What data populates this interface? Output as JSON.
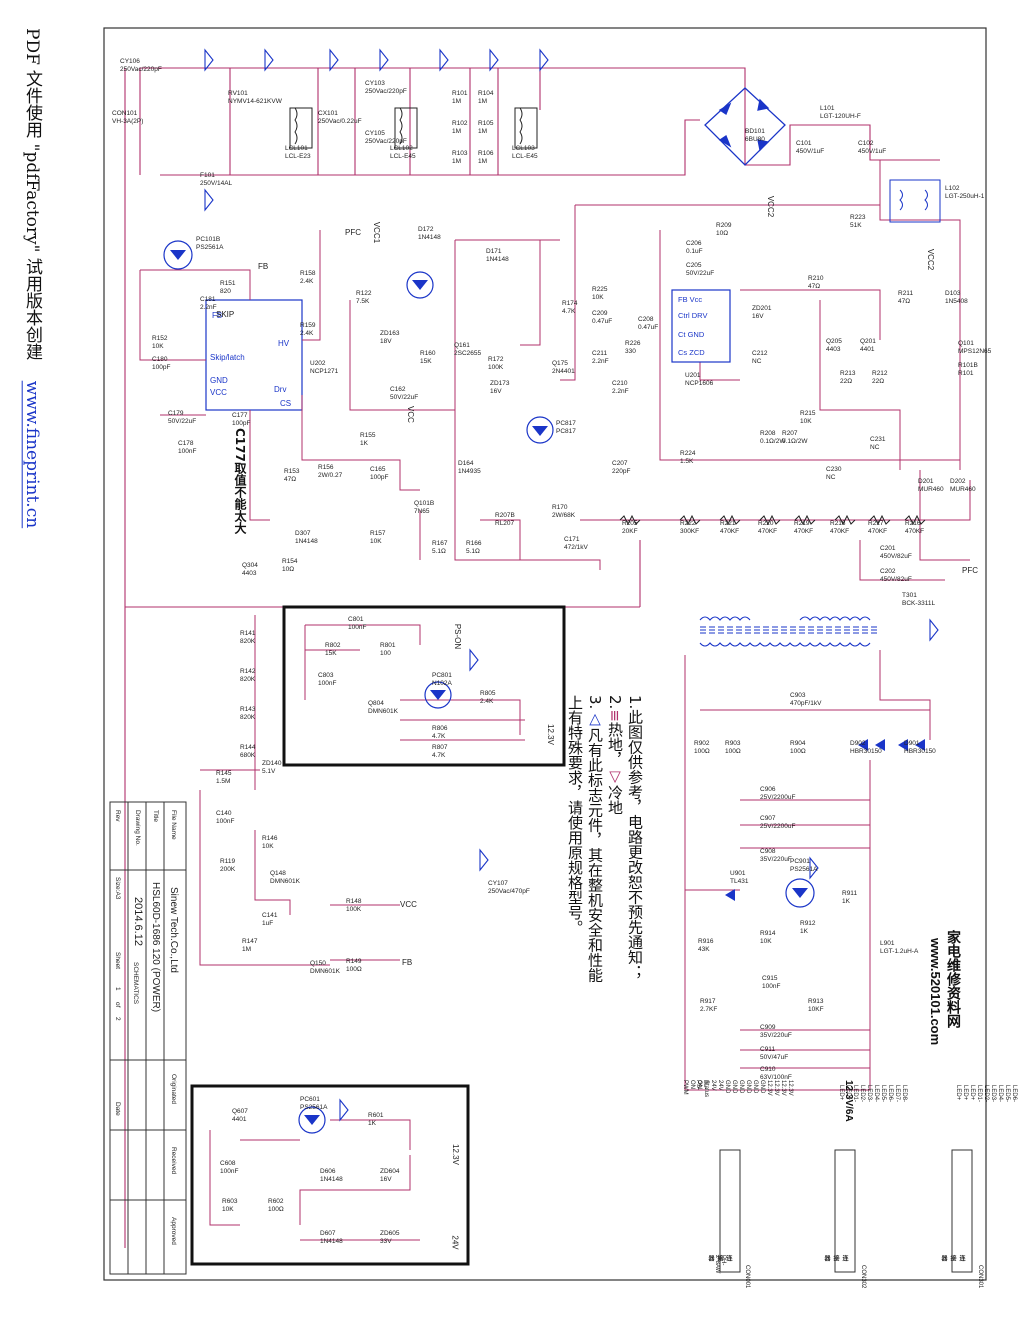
{
  "watermark": {
    "text": "PDF 文件使用 \"pdfFactory\" 试用版本创建",
    "link": "www.fineprint.cn"
  },
  "notes": [
    "1.此图仅供参考，电路更改恕不预先通知；",
    "2.",
    "热地，",
    "冷地",
    "3.",
    "凡有此标志元件，其在整机安全和性能",
    "上有特殊要求，请使用原规格型号。"
  ],
  "title_block": {
    "company": "Sinew Tech.Co.,Ltd",
    "file_name_label": "File Name",
    "file_name": "HSL60D-1686 120 (POWER)",
    "title_label": "Title",
    "title": "SCHEMATICS",
    "drawing_no_label": "Drawing No.",
    "drawing_no": "2014.6.12",
    "size_label": "Size:A3",
    "sheet_label": "Sheet",
    "sheet": "1",
    "of_label": "of",
    "sheet_total": "2",
    "rev_label": "Rev",
    "date_label": "Date",
    "originated_label": "Originated",
    "received_label": "Received",
    "approved_label": "Approved"
  },
  "stamp": {
    "name": "家电维修资料网",
    "url": "www.520101.com"
  },
  "output_label": "12.3V/6A",
  "labels": {
    "PFC": "PFC",
    "VCC": "VCC",
    "VCC1": "VCC1",
    "VCC2": "VCC2",
    "FB": "FB",
    "SKIP": "SKIP",
    "PSON": "PS-ON",
    "V12": "12.3V",
    "V24": "24V",
    "C177": "C177取值不能太大"
  },
  "components": [
    {
      "name": "F101",
      "value": "250V/14AL"
    },
    {
      "name": "CY106",
      "value": "250Vac/220pF"
    },
    {
      "name": "CON101",
      "value": "VH-3A(2P)"
    },
    {
      "name": "RV101",
      "value": "NYMV14-621KVW"
    },
    {
      "name": "LCL101",
      "value": "LCL-E23"
    },
    {
      "name": "CX101",
      "value": "250Vac/0.22uF"
    },
    {
      "name": "CY103",
      "value": "250Vac/220pF"
    },
    {
      "name": "CY105",
      "value": "250Vac/220pF"
    },
    {
      "name": "LCL102",
      "value": "LCL-E45"
    },
    {
      "name": "R101",
      "value": "1M"
    },
    {
      "name": "R102",
      "value": "1M"
    },
    {
      "name": "R103",
      "value": "1M"
    },
    {
      "name": "R104",
      "value": "1M"
    },
    {
      "name": "R105",
      "value": "1M"
    },
    {
      "name": "R106",
      "value": "1M"
    },
    {
      "name": "LCL103",
      "value": "LCL-E45"
    },
    {
      "name": "BD101",
      "value": "6BU80"
    },
    {
      "name": "L101",
      "value": "LGT-120UH-F"
    },
    {
      "name": "C101",
      "value": "450V/1uF"
    },
    {
      "name": "C102",
      "value": "450V/1uF"
    },
    {
      "name": "L102",
      "value": "LGT-250uH-1"
    },
    {
      "name": "D103",
      "value": "1N5408"
    },
    {
      "name": "Q101",
      "value": "MPS12N65"
    },
    {
      "name": "R101B",
      "value": "R101"
    },
    {
      "name": "U201",
      "value": "NCP1606"
    },
    {
      "name": "C206",
      "value": "0.1uF"
    },
    {
      "name": "C205",
      "value": "50V/22uF"
    },
    {
      "name": "R209",
      "value": "10Ω"
    },
    {
      "name": "R225",
      "value": "10K"
    },
    {
      "name": "C209",
      "value": "0.47uF"
    },
    {
      "name": "C208",
      "value": "0.47uF"
    },
    {
      "name": "ZD201",
      "value": "16V"
    },
    {
      "name": "C211",
      "value": "2.2nF"
    },
    {
      "name": "R226",
      "value": "330"
    },
    {
      "name": "C210",
      "value": "2.2nF"
    },
    {
      "name": "C212",
      "value": "NC"
    },
    {
      "name": "R210",
      "value": "47Ω"
    },
    {
      "name": "R211",
      "value": "47Ω"
    },
    {
      "name": "Q205",
      "value": "4403"
    },
    {
      "name": "Q201",
      "value": "4401"
    },
    {
      "name": "R223",
      "value": "51K"
    },
    {
      "name": "R212",
      "value": "22Ω"
    },
    {
      "name": "R213",
      "value": "22Ω"
    },
    {
      "name": "D201",
      "value": "MUR460"
    },
    {
      "name": "D202",
      "value": "MUR460"
    },
    {
      "name": "R207",
      "value": "0.1Ω/2W"
    },
    {
      "name": "R208",
      "value": "0.1Ω/2W"
    },
    {
      "name": "R215",
      "value": "10K"
    },
    {
      "name": "C207",
      "value": "220pF"
    },
    {
      "name": "R224",
      "value": "1.5K"
    },
    {
      "name": "C230",
      "value": "NC"
    },
    {
      "name": "C231",
      "value": "NC"
    },
    {
      "name": "R205",
      "value": "20KF"
    },
    {
      "name": "R222",
      "value": "300KF"
    },
    {
      "name": "R221",
      "value": "470KF"
    },
    {
      "name": "R220",
      "value": "470KF"
    },
    {
      "name": "R219",
      "value": "470KF"
    },
    {
      "name": "R218",
      "value": "470KF"
    },
    {
      "name": "R217",
      "value": "470KF"
    },
    {
      "name": "R216",
      "value": "470KF"
    },
    {
      "name": "C201",
      "value": "450V/82uF"
    },
    {
      "name": "C202",
      "value": "450V/82uF"
    },
    {
      "name": "T301",
      "value": "BCK-3311L"
    },
    {
      "name": "U202",
      "value": "NCP1271"
    },
    {
      "name": "PC101B",
      "value": "PS2561A"
    },
    {
      "name": "R151",
      "value": "820"
    },
    {
      "name": "C181",
      "value": "2.2nF"
    },
    {
      "name": "R152",
      "value": "10K"
    },
    {
      "name": "C180",
      "value": "100pF"
    },
    {
      "name": "C179",
      "value": "50V/22uF"
    },
    {
      "name": "C178",
      "value": "100nF"
    },
    {
      "name": "C177",
      "value": "100pF"
    },
    {
      "name": "D172",
      "value": "1N4148"
    },
    {
      "name": "D171",
      "value": "1N4148"
    },
    {
      "name": "R158",
      "value": "2.4K"
    },
    {
      "name": "R159",
      "value": "2.4K"
    },
    {
      "name": "R122",
      "value": "7.5K"
    },
    {
      "name": "ZD163",
      "value": "18V"
    },
    {
      "name": "Q161",
      "value": "2SC2655"
    },
    {
      "name": "R160",
      "value": "15K"
    },
    {
      "name": "C162",
      "value": "50V/22uF"
    },
    {
      "name": "R174",
      "value": "4.7K"
    },
    {
      "name": "R172",
      "value": "100K"
    },
    {
      "name": "ZD173",
      "value": "16V"
    },
    {
      "name": "Q175",
      "value": "2N4401"
    },
    {
      "name": "PC817",
      "value": "PC817"
    },
    {
      "name": "D164",
      "value": "1N4935"
    },
    {
      "name": "R155",
      "value": "1K"
    },
    {
      "name": "R153",
      "value": "47Ω"
    },
    {
      "name": "R156",
      "value": "2W/0.27"
    },
    {
      "name": "C165",
      "value": "100pF"
    },
    {
      "name": "Q101B",
      "value": "7N65"
    },
    {
      "name": "R157",
      "value": "10K"
    },
    {
      "name": "D307",
      "value": "1N4148"
    },
    {
      "name": "Q304",
      "value": "4403"
    },
    {
      "name": "R154",
      "value": "10Ω"
    },
    {
      "name": "R207B",
      "value": "RL207"
    },
    {
      "name": "R170",
      "value": "2W/68K"
    },
    {
      "name": "C171",
      "value": "472/1kV"
    },
    {
      "name": "R166",
      "value": "5.1Ω"
    },
    {
      "name": "R167",
      "value": "5.1Ω"
    },
    {
      "name": "C801",
      "value": "100nF"
    },
    {
      "name": "R802",
      "value": "15K"
    },
    {
      "name": "R801",
      "value": "100"
    },
    {
      "name": "C803",
      "value": "100nF"
    },
    {
      "name": "Q804",
      "value": "DMN601K"
    },
    {
      "name": "PC801",
      "value": "N102A"
    },
    {
      "name": "R805",
      "value": "2.4K"
    },
    {
      "name": "R806",
      "value": "4.7K"
    },
    {
      "name": "R807",
      "value": "4.7K"
    },
    {
      "name": "R141",
      "value": "820K"
    },
    {
      "name": "R142",
      "value": "820K"
    },
    {
      "name": "R143",
      "value": "820K"
    },
    {
      "name": "R144",
      "value": "680K"
    },
    {
      "name": "R145",
      "value": "1.5M"
    },
    {
      "name": "ZD140",
      "value": "5.1V"
    },
    {
      "name": "C140",
      "value": "100nF"
    },
    {
      "name": "R146",
      "value": "10K"
    },
    {
      "name": "R119",
      "value": "200K"
    },
    {
      "name": "Q148",
      "value": "DMN601K"
    },
    {
      "name": "C141",
      "value": "1uF"
    },
    {
      "name": "R147",
      "value": "1M"
    },
    {
      "name": "Q150",
      "value": "DMN601K"
    },
    {
      "name": "R148",
      "value": "100K"
    },
    {
      "name": "R149",
      "value": "100Ω"
    },
    {
      "name": "CY107",
      "value": "250Vac/470pF"
    },
    {
      "name": "C903",
      "value": "470pF/1kV"
    },
    {
      "name": "R902",
      "value": "100Ω"
    },
    {
      "name": "R903",
      "value": "100Ω"
    },
    {
      "name": "R904",
      "value": "100Ω"
    },
    {
      "name": "D902",
      "value": "HBR30150"
    },
    {
      "name": "D901",
      "value": "HBR30150"
    },
    {
      "name": "C906",
      "value": "25V/2200uF"
    },
    {
      "name": "C907",
      "value": "25V/2200uF"
    },
    {
      "name": "C908",
      "value": "35V/220uF"
    },
    {
      "name": "U901",
      "value": "TL431"
    },
    {
      "name": "PC901",
      "value": "PS2561A"
    },
    {
      "name": "R911",
      "value": "1K"
    },
    {
      "name": "R912",
      "value": "1K"
    },
    {
      "name": "R914",
      "value": "10K"
    },
    {
      "name": "R916",
      "value": "43K"
    },
    {
      "name": "C915",
      "value": "100nF"
    },
    {
      "name": "R917",
      "value": "2.7KF"
    },
    {
      "name": "R913",
      "value": "10KF"
    },
    {
      "name": "L901",
      "value": "LGT-1.2uH-A"
    },
    {
      "name": "C909",
      "value": "35V/220uF"
    },
    {
      "name": "C911",
      "value": "50V/47uF"
    },
    {
      "name": "C910",
      "value": "63V/100nF"
    },
    {
      "name": "Q607",
      "value": "4401"
    },
    {
      "name": "PC601",
      "value": "PS2561A"
    },
    {
      "name": "R601",
      "value": "1K"
    },
    {
      "name": "C608",
      "value": "100nF"
    },
    {
      "name": "R603",
      "value": "10K"
    },
    {
      "name": "R602",
      "value": "100Ω"
    },
    {
      "name": "D606",
      "value": "1N4148"
    },
    {
      "name": "ZD604",
      "value": "16V"
    },
    {
      "name": "D607",
      "value": "1N4148"
    },
    {
      "name": "ZD605",
      "value": "33V"
    }
  ],
  "connectors": [
    {
      "name": "CON301",
      "caption": "连接器",
      "pins": [
        "LED+",
        "LED+",
        "LED+",
        "LED1-",
        "LED2-",
        "LED3-",
        "LED4-",
        "LED5-",
        "LED6-",
        "LED7-"
      ]
    },
    {
      "name": "CON302",
      "caption": "连接器",
      "pins": [
        "LED+",
        "LED+",
        "LED1-",
        "LED2-",
        "LED3-",
        "LED4-",
        "LED5-",
        "LED6-",
        "LED7-",
        "LED8-"
      ]
    },
    {
      "name": "CON001",
      "subname": "PH-2*8AW",
      "caption": "连接器",
      "pins": [
        "PWM",
        "PS-ON",
        "BL-ON",
        "Status",
        "24V",
        "24V",
        "GND",
        "GND",
        "GND",
        "GND",
        "GND",
        "GND",
        "12.3V",
        "12.3V",
        "12.3V",
        "12.3V"
      ]
    }
  ]
}
